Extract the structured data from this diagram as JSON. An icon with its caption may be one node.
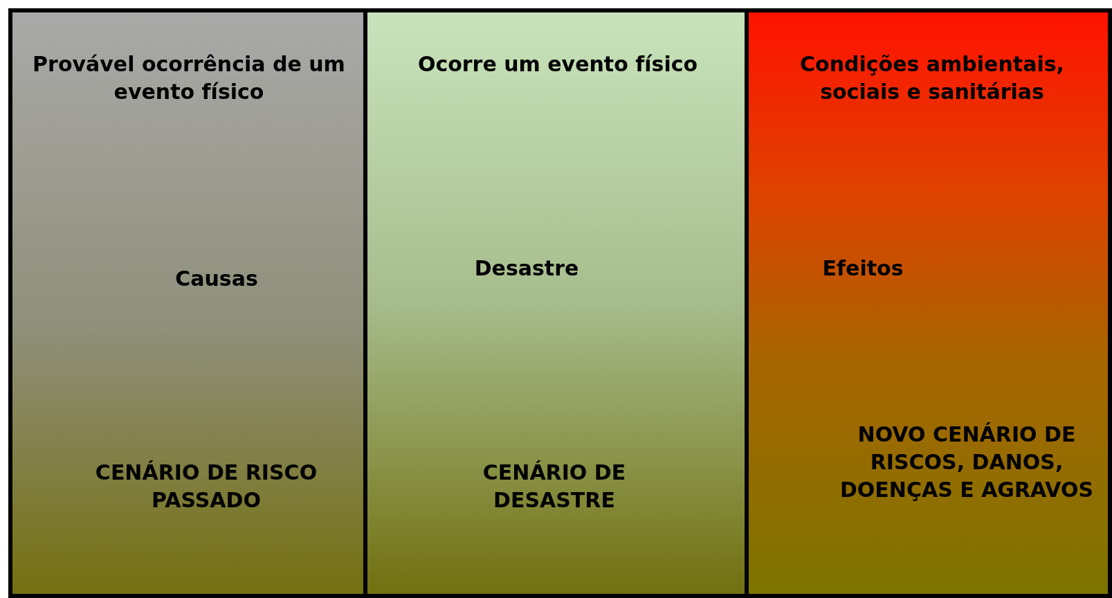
{
  "diagram": {
    "nodes": [
      {
        "text": [
          "Provável ocorrência de um evento físico",
          "Causas",
          "CENÁRIO DE RISCO PASSADO"
        ]
      },
      {
        "text": [
          "Ocorre um evento físico",
          "Desastre",
          "CENÁRIO DE DESASTRE"
        ]
      },
      {
        "text": [
          "Condições ambientais, sociais e sanitárias",
          "Efeitos",
          "NOVO CENÁRIO DE RISCOS, DANOS, DOENÇAS E AGRAVOS"
        ]
      }
    ]
  }
}
